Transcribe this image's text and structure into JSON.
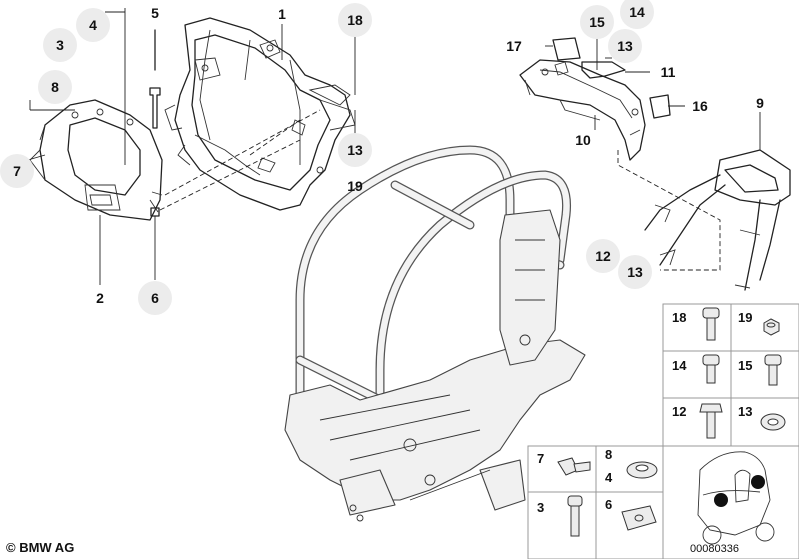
{
  "footer": {
    "copyright": "© BMW AG",
    "image_code": "00080336"
  },
  "callouts": {
    "c1": "1",
    "c2": "2",
    "c3": "3",
    "c4": "4",
    "c5": "5",
    "c6": "6",
    "c7": "7",
    "c8": "8",
    "c9": "9",
    "c10": "10",
    "c11": "11",
    "c12": "12",
    "c13a": "13",
    "c13b": "13",
    "c13c": "13",
    "c14": "14",
    "c15": "15",
    "c16": "16",
    "c17": "17",
    "c18": "18",
    "c19": "19"
  },
  "hardware_table": {
    "r1a": "18",
    "r1b": "19",
    "r2a": "14",
    "r2b": "15",
    "r3a": "12",
    "r3b": "13",
    "s1a": "7",
    "s1b": "8",
    "s1c": "4",
    "s2a": "3",
    "s2b": "6"
  }
}
